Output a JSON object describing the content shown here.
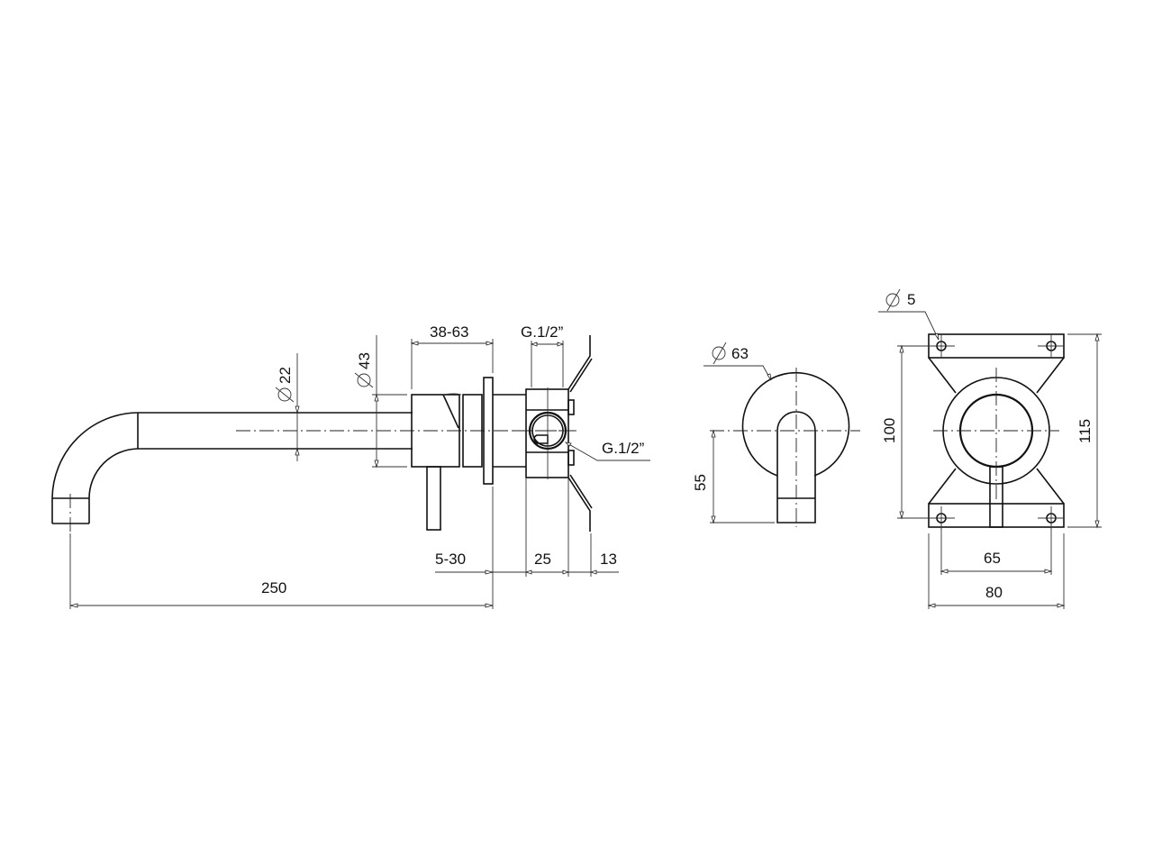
{
  "drawing": {
    "subject": "Wall-mounted mixer with spout - technical drawing",
    "units": "mm",
    "line_color": "#111111",
    "background": "#ffffff"
  },
  "side_view": {
    "spout_diameter": "22",
    "body_diameter": "43",
    "body_length": "38-63",
    "inlet_thread_top": "G.1/2”",
    "inlet_thread_side": "G.1/2”",
    "wall_adjustment": "5-30",
    "box_depth": "25",
    "rear_depth": "13",
    "spout_projection": "250"
  },
  "front_view": {
    "plate_diameter": "63",
    "spout_height": "55"
  },
  "box_view": {
    "hole_diameter": "5",
    "hole_spacing_vertical": "100",
    "total_height": "115",
    "hole_spacing_horizontal": "65",
    "total_width": "80"
  },
  "symbols": {
    "diameter": "⌀"
  }
}
